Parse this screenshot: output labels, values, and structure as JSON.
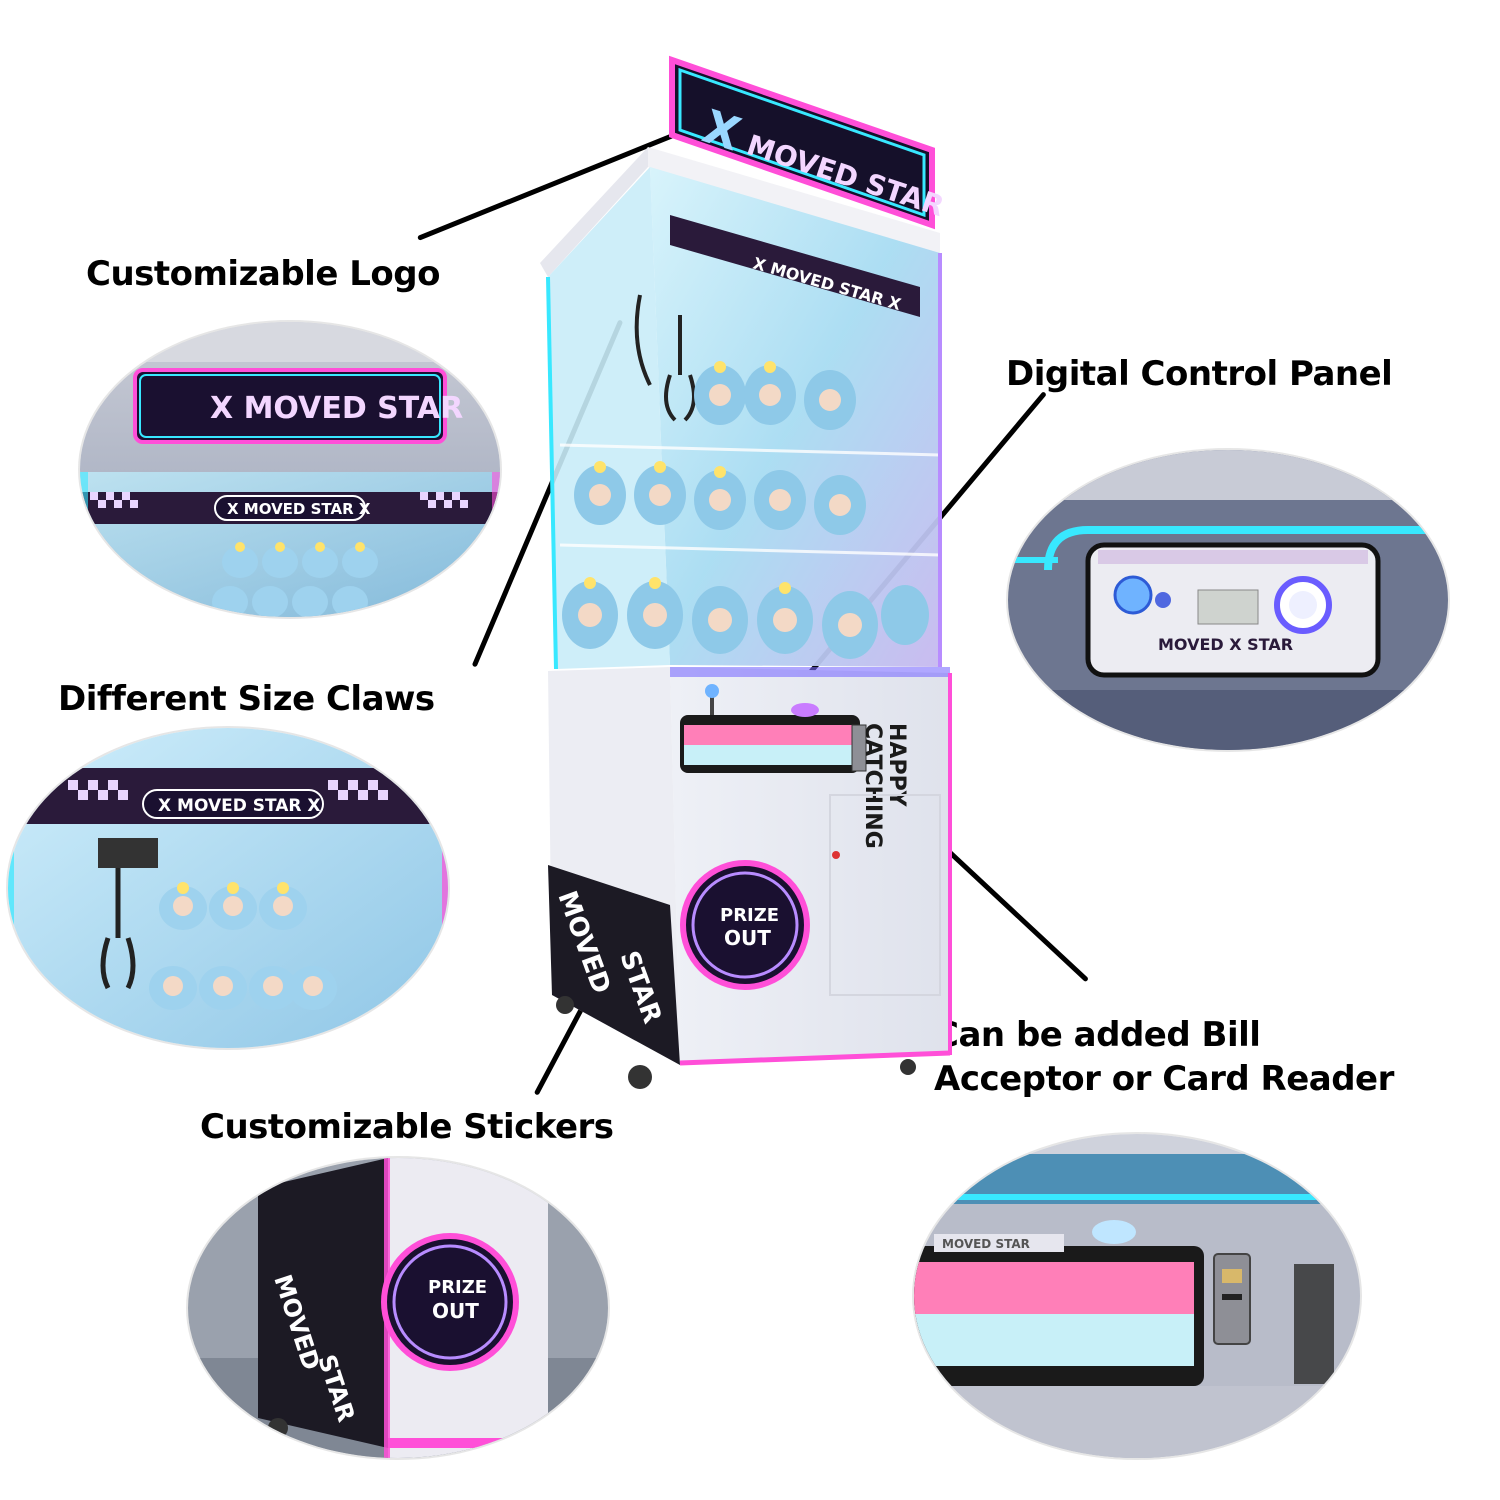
{
  "callouts": {
    "logo": "Customizable Logo",
    "claws": "Different Size Claws",
    "stickers": "Customizable Stickers",
    "panel": "Digital Control Panel",
    "bill_line1": "Can be added Bill",
    "bill_line2": "Acceptor or Card Reader"
  },
  "machine": {
    "top_sign_x": "X",
    "top_sign_brand": "MOVED STAR",
    "inner_banner": "X MOVED STAR X",
    "side_vertical_1": "HAPPY",
    "side_vertical_2": "CATCHING",
    "prize_line1": "PRIZE",
    "prize_line2": "OUT",
    "side_panel_1": "MOVED",
    "side_panel_2": "STAR"
  },
  "insets": {
    "logo_sign": "X MOVED STAR",
    "logo_banner": "X MOVED STAR X",
    "claws_banner": "X MOVED STAR X",
    "panel_brand": "MOVED X STAR",
    "stickers_prize_1": "PRIZE",
    "stickers_prize_2": "OUT",
    "stickers_side_1": "MOVED",
    "stickers_side_2": "STAR",
    "bill_brand": "MOVED STAR"
  },
  "colors": {
    "neon_pink": "#ff4fd8",
    "neon_cyan": "#38e8ff",
    "glass_blue": "#bfe9f7",
    "plush_blue": "#8ec9e8",
    "cabinet_white": "#f4f4f8"
  }
}
